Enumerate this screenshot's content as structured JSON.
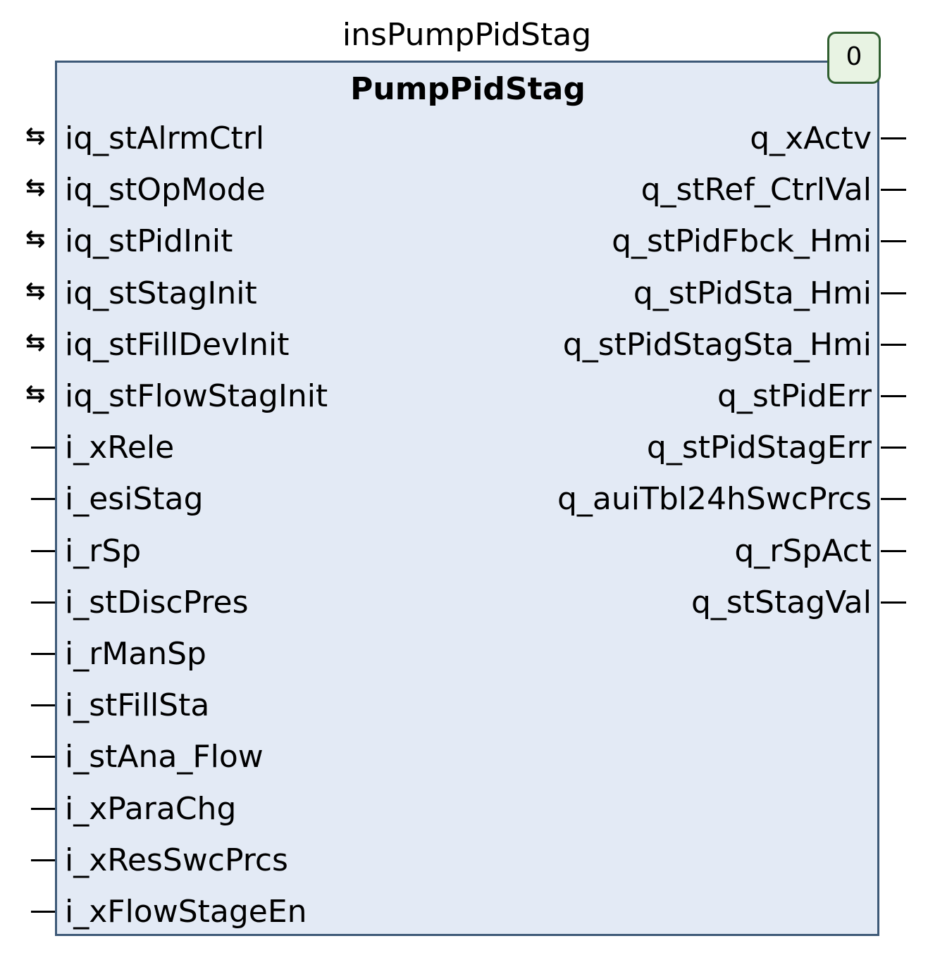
{
  "block": {
    "instance_name": "insPumpPidStag",
    "type_name": "PumpPidStag",
    "execution_order": "0"
  },
  "inputs": [
    {
      "name": "iq_stAlrmCtrl",
      "kind": "inout"
    },
    {
      "name": "iq_stOpMode",
      "kind": "inout"
    },
    {
      "name": "iq_stPidInit",
      "kind": "inout"
    },
    {
      "name": "iq_stStagInit",
      "kind": "inout"
    },
    {
      "name": "iq_stFillDevInit",
      "kind": "inout"
    },
    {
      "name": "iq_stFlowStagInit",
      "kind": "inout"
    },
    {
      "name": "i_xRele",
      "kind": "input"
    },
    {
      "name": "i_esiStag",
      "kind": "input"
    },
    {
      "name": "i_rSp",
      "kind": "input"
    },
    {
      "name": "i_stDiscPres",
      "kind": "input"
    },
    {
      "name": "i_rManSp",
      "kind": "input"
    },
    {
      "name": "i_stFillSta",
      "kind": "input"
    },
    {
      "name": "i_stAna_Flow",
      "kind": "input"
    },
    {
      "name": "i_xParaChg",
      "kind": "input"
    },
    {
      "name": "i_xResSwcPrcs",
      "kind": "input"
    },
    {
      "name": "i_xFlowStageEn",
      "kind": "input"
    }
  ],
  "outputs": [
    {
      "name": "q_xActv"
    },
    {
      "name": "q_stRef_CtrlVal"
    },
    {
      "name": "q_stPidFbck_Hmi"
    },
    {
      "name": "q_stPidSta_Hmi"
    },
    {
      "name": "q_stPidStagSta_Hmi"
    },
    {
      "name": "q_stPidErr"
    },
    {
      "name": "q_stPidStagErr"
    },
    {
      "name": "q_auiTbl24hSwcPrcs"
    },
    {
      "name": "q_rSpAct"
    },
    {
      "name": "q_stStagVal"
    }
  ],
  "icons": {
    "inout_pin": "bidirectional-arrow-icon"
  },
  "colors": {
    "block_fill": "#e3eaf5",
    "block_border": "#3d5977",
    "badge_fill": "#e8f3e3",
    "badge_border": "#2f5e2f"
  }
}
